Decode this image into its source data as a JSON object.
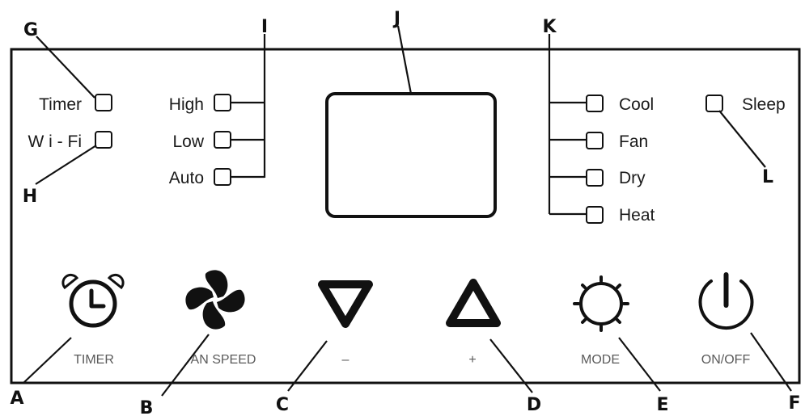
{
  "status_labels": {
    "timer": "Timer",
    "wifi": "W i - Fi"
  },
  "fan_speed_labels": {
    "high": "High",
    "low": "Low",
    "auto": "Auto"
  },
  "mode_labels": {
    "cool": "Cool",
    "fan": "Fan",
    "dry": "Dry",
    "heat": "Heat"
  },
  "sleep_label": "Sleep",
  "buttons": {
    "timer": "TIMER",
    "fan_speed": "AN SPEED",
    "minus": "–",
    "plus": "+",
    "mode": "MODE",
    "onoff": "ON/OFF"
  },
  "callouts": {
    "a": "A",
    "b": "B",
    "c": "C",
    "d": "D",
    "e": "E",
    "f": "F",
    "g": "G",
    "h": "H",
    "i": "I",
    "j": "J",
    "k": "K",
    "l": "L"
  },
  "icons": {
    "timer": "alarm-clock-icon",
    "fan_speed": "fan-icon",
    "minus": "triangle-down-icon",
    "plus": "triangle-up-icon",
    "mode": "sun-gear-icon",
    "onoff": "power-icon"
  }
}
